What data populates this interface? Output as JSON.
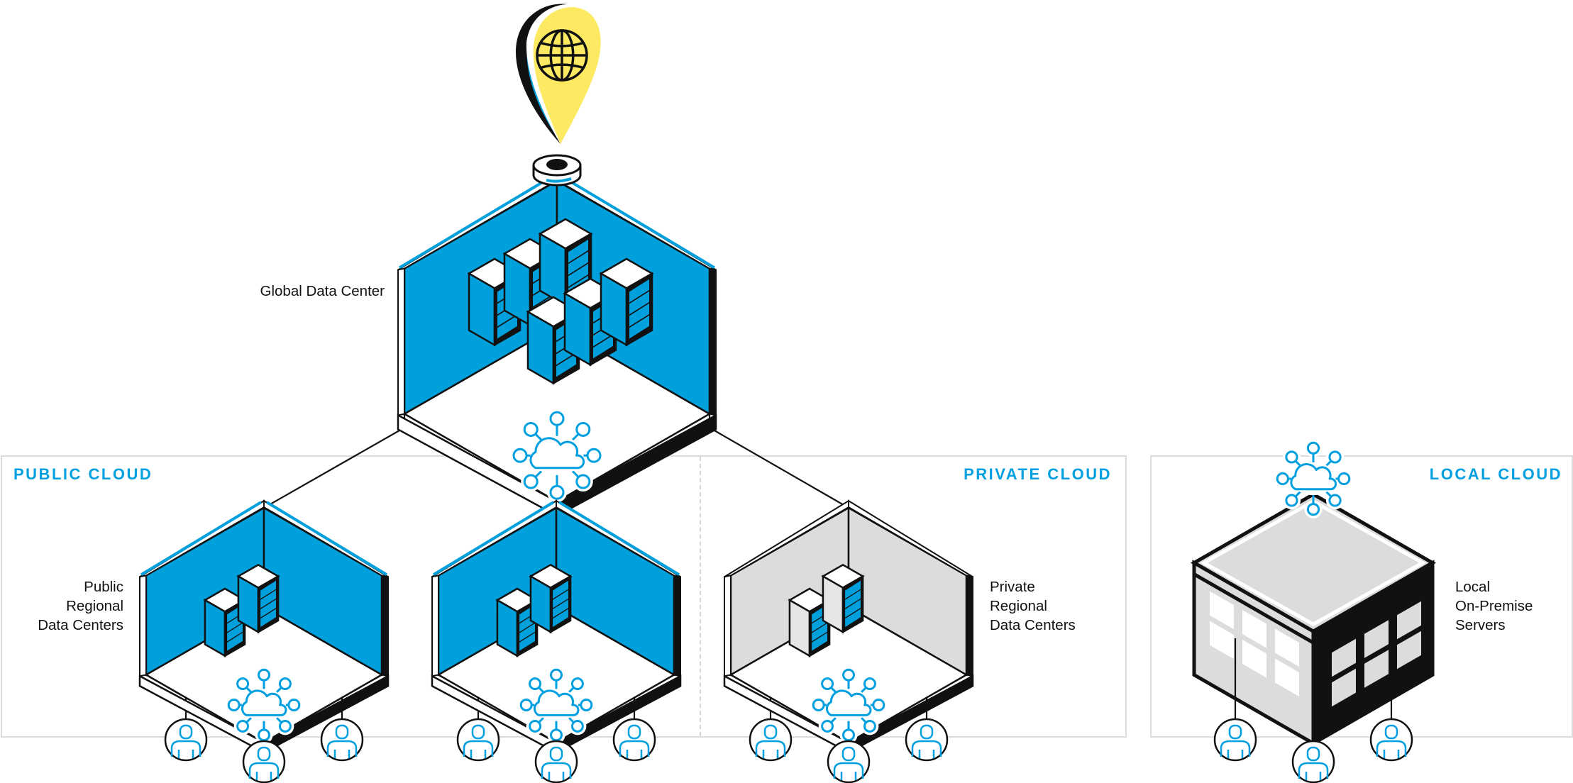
{
  "diagram": {
    "title": "Cloud Data Center Hierarchy",
    "nodes": {
      "global": {
        "label": "Global Data Center",
        "icon": "globe-location-pin-icon"
      },
      "public_regional": {
        "label_lines": [
          "Public",
          "Regional",
          "Data Centers"
        ]
      },
      "private_regional": {
        "label_lines": [
          "Private",
          "Regional",
          "Data Centers"
        ]
      },
      "local": {
        "label_lines": [
          "Local",
          "On-Premise",
          "Servers"
        ]
      }
    },
    "regions": {
      "public": {
        "title": "PUBLIC CLOUD"
      },
      "private": {
        "title": "PRIVATE CLOUD"
      },
      "local": {
        "title": "LOCAL CLOUD"
      }
    },
    "rooms": [
      {
        "id": "global",
        "style": "blue",
        "servers": 6
      },
      {
        "id": "public-1",
        "style": "blue",
        "servers": 2,
        "users": 3
      },
      {
        "id": "public-2",
        "style": "blue",
        "servers": 2,
        "users": 3
      },
      {
        "id": "private-1",
        "style": "gray",
        "servers": 2,
        "users": 3
      }
    ],
    "building": {
      "id": "local-building",
      "users": 3
    },
    "edges": [
      {
        "from": "global",
        "to": "public-1"
      },
      {
        "from": "global",
        "to": "public-2"
      },
      {
        "from": "global",
        "to": "private-1"
      }
    ],
    "icons": {
      "network_node": "cloud-network-icon",
      "user": "user-icon",
      "server": "server-rack-icon",
      "building": "office-building-icon"
    },
    "colors": {
      "accent_blue": "#009fdf",
      "room_blue": "#00a0dc",
      "gray_wall": "#dcdcdc",
      "pin_yellow": "#fee963",
      "line": "#111111",
      "box_border": "#dcdcdc"
    }
  }
}
